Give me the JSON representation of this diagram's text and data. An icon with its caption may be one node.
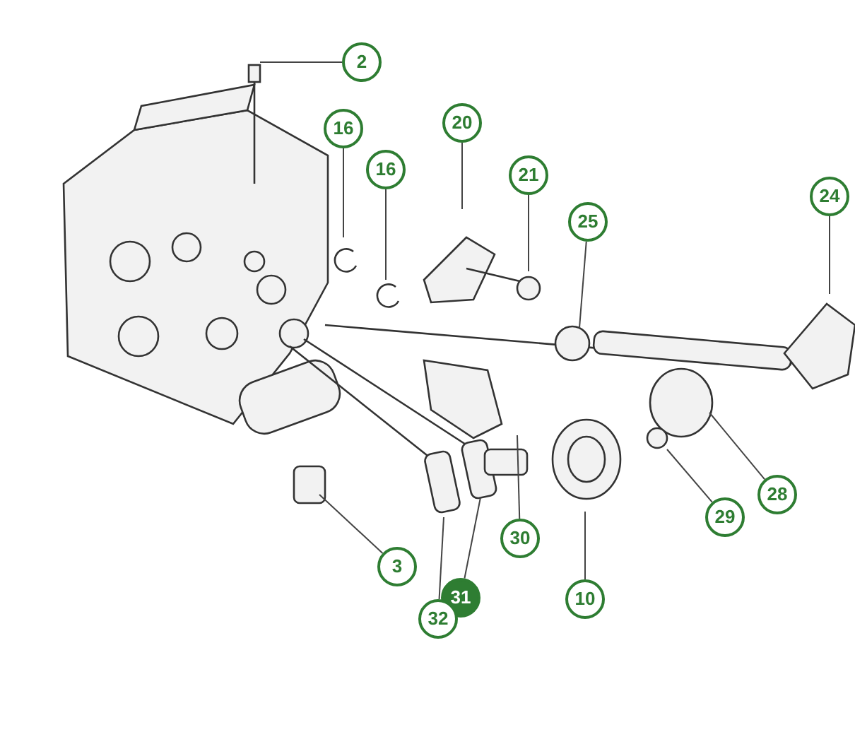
{
  "diagram": {
    "nodes": [
      {
        "text": [
          "2"
        ]
      },
      {
        "text": [
          "16"
        ]
      },
      {
        "text": [
          "16"
        ]
      },
      {
        "text": [
          "20"
        ]
      },
      {
        "text": [
          "21"
        ]
      },
      {
        "text": [
          "25"
        ]
      },
      {
        "text": [
          "24"
        ]
      },
      {
        "text": [
          "3"
        ]
      },
      {
        "text": [
          "30"
        ]
      },
      {
        "text": [
          "10"
        ]
      },
      {
        "text": [
          "29"
        ]
      },
      {
        "text": [
          "28"
        ]
      },
      {
        "text": [
          "31"
        ]
      },
      {
        "text": [
          "32"
        ]
      }
    ],
    "edges": [
      {
        "from": 0,
        "to": null,
        "arrow": "none"
      },
      {
        "from": 1,
        "to": null,
        "arrow": "none"
      },
      {
        "from": 2,
        "to": null,
        "arrow": "none"
      },
      {
        "from": 3,
        "to": null,
        "arrow": "none"
      },
      {
        "from": 4,
        "to": null,
        "arrow": "none"
      },
      {
        "from": 5,
        "to": null,
        "arrow": "none"
      },
      {
        "from": 6,
        "to": null,
        "arrow": "none"
      },
      {
        "from": 7,
        "to": null,
        "arrow": "none"
      },
      {
        "from": 8,
        "to": null,
        "arrow": "none"
      },
      {
        "from": 9,
        "to": null,
        "arrow": "none"
      },
      {
        "from": 10,
        "to": null,
        "arrow": "none"
      },
      {
        "from": 11,
        "to": null,
        "arrow": "none"
      },
      {
        "from": 12,
        "to": null,
        "arrow": "none"
      },
      {
        "from": 13,
        "to": null,
        "arrow": "none"
      }
    ]
  }
}
